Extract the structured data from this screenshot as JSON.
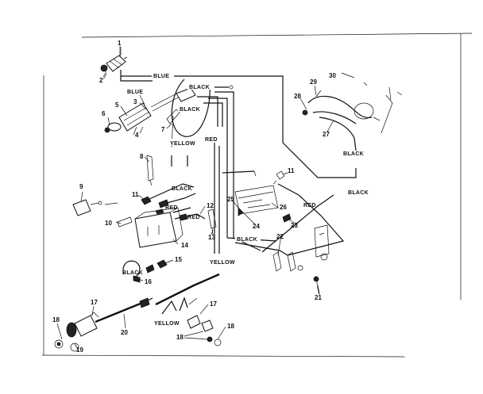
{
  "wire_labels": {
    "blue_top": "BLUE",
    "blue_left": "BLUE",
    "black_top": "BLACK",
    "black_mid": "BLACK",
    "yellow_top": "YELLOW",
    "red_top": "RED",
    "black_right": "BLACK",
    "black_far_right": "BLACK",
    "black_battery": "BLACK",
    "red_battery_1": "RED",
    "red_battery_2": "RED",
    "red_right": "RED",
    "black_lower": "BLACK",
    "yellow_lower": "YELLOW",
    "black_bottom_left": "BLACK",
    "yellow_bottom": "YELLOW"
  },
  "part_numbers": {
    "p1": "1",
    "p2": "2",
    "p3": "3",
    "p4": "4",
    "p5": "5",
    "p6": "6",
    "p7": "7",
    "p8": "8",
    "p9": "9",
    "p10": "10",
    "p11a": "11",
    "p11b": "11",
    "p12": "12",
    "p13": "13",
    "p14": "14",
    "p15": "15",
    "p16": "16",
    "p17a": "17",
    "p17b": "17",
    "p18a": "18",
    "p18b": "18",
    "p18c": "18",
    "p19": "19",
    "p20": "20",
    "p21": "21",
    "p22": "22",
    "p23": "23",
    "p24": "24",
    "p25": "25",
    "p26": "26",
    "p27": "27",
    "p28": "28",
    "p29": "29",
    "p30": "30"
  }
}
